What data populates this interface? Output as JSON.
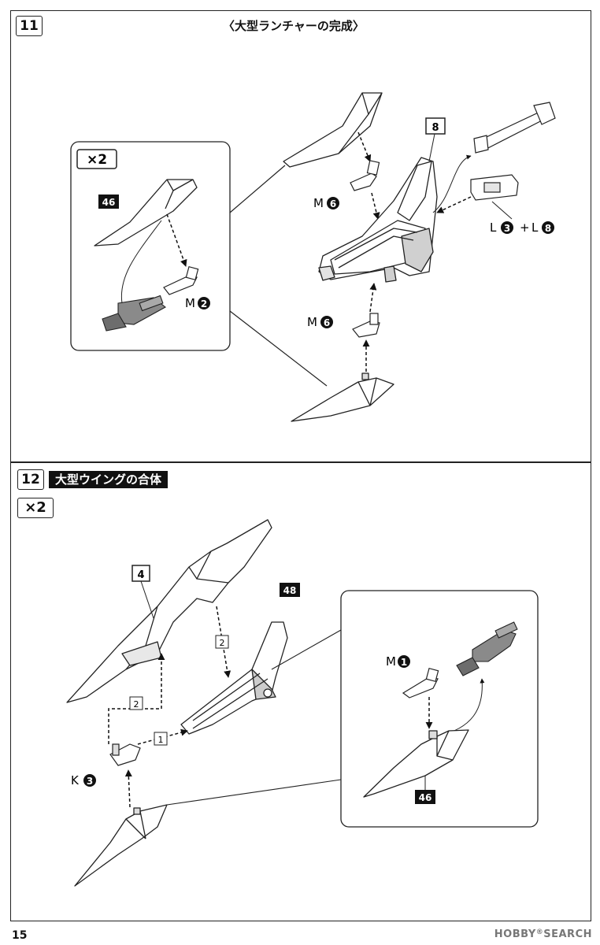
{
  "page_number": "15",
  "watermark": {
    "brand": "HOBBY",
    "suffix": "SEARCH",
    "mark": "®"
  },
  "step11": {
    "number": "11",
    "title": "〈大型ランチャーの完成〉",
    "inset_multiplier": "×2",
    "labels": {
      "part_46": "46",
      "part_8": "8",
      "m2_letter": "M",
      "m2_num": "2",
      "m6_top_letter": "M",
      "m6_top_num": "6",
      "m6_bottom_letter": "M",
      "m6_bottom_num": "6",
      "l3_letter": "L",
      "l3_num": "3",
      "plus": "+",
      "l8_letter": "L",
      "l8_num": "8"
    }
  },
  "step12": {
    "number": "12",
    "title": "大型ウイングの合体",
    "multiplier": "×2",
    "labels": {
      "part_4": "4",
      "part_48": "48",
      "part_46": "46",
      "order_1": "1",
      "order_2a": "2",
      "order_2b": "2",
      "k3_letter": "K",
      "k3_num": "3",
      "m1_letter": "M",
      "m1_num": "1"
    }
  }
}
